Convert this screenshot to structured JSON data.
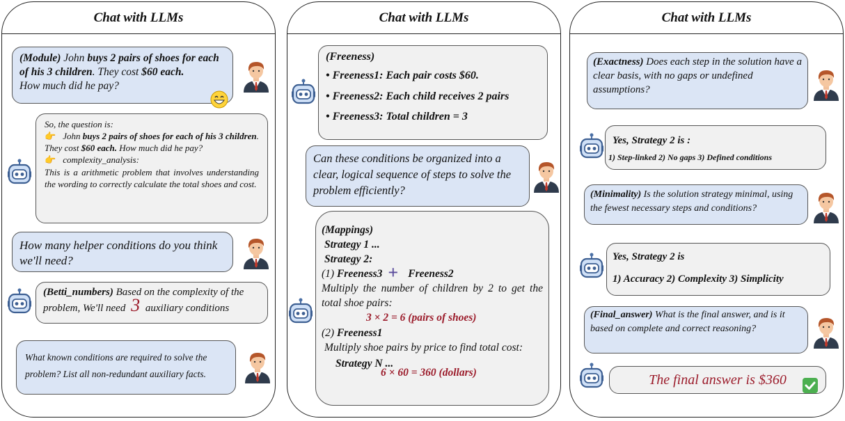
{
  "panels": [
    {
      "title": "Chat with LLMs"
    },
    {
      "title": "Chat with LLMs"
    },
    {
      "title": "Chat with LLMs"
    }
  ],
  "p1": {
    "u1": {
      "tag": "(Module)",
      "t1": " John ",
      "bold1": "buys 2 pairs of shoes for each of his 3 children",
      "t2": ". They cost ",
      "bold2": "$60 each.",
      "t3": "How much did he pay?"
    },
    "b1": {
      "intro": "So, the question is:",
      "t1": "John ",
      "bold1": "buys 2 pairs of shoes for each of his 3 children",
      "t2": ". They cost ",
      "bold2": "$60 each.",
      "t3": " How much did he pay?",
      "label": "complexity_analysis:",
      "body": "This is a  arithmetic problem that involves understanding the wording to correctly calculate the total shoes and cost."
    },
    "u2": {
      "text": "How many helper conditions do you think we'll need?"
    },
    "b2": {
      "tag": "(Betti_numbers)",
      "t1": " Based on the complexity of the problem, We'll need ",
      "num": "3",
      "t2": " auxiliary conditions"
    },
    "u3": {
      "text": "What known conditions are required to solve the problem? List all non-redundant auxiliary facts."
    }
  },
  "p2": {
    "b1": {
      "tag": "(Freeness)",
      "items": [
        "Freeness1: Each pair costs $60.",
        "Freeness2: Each child receives 2 pairs",
        "Freeness3: Total children = 3"
      ]
    },
    "u1": {
      "text": "Can these conditions be organized into a clear, logical sequence of steps to solve the problem efficiently?"
    },
    "b2": {
      "tag": "(Mappings)",
      "s1": "Strategy 1 ...",
      "s2": "Strategy 2:",
      "l1a": "(1) ",
      "l1b": "Freeness3",
      "l1c": "Freeness2",
      "d1": "Multiply the number of children by 2 to get the total shoe pairs:",
      "eq1": "3 × 2 = 6  (pairs of shoes)",
      "l2a": "(2) ",
      "l2b": "Freeness1",
      "d2": "Multiply shoe pairs by price to find total cost:",
      "eq2": "6 × 60 = 360  (dollars)",
      "sn": "Strategy N ..."
    }
  },
  "p3": {
    "u1": {
      "tag": "(Exactness)",
      "t1": "  Does each step in the solution have a clear basis, with no gaps or undefined assumptions?"
    },
    "b1": {
      "head": "Yes,  Strategy 2 is :",
      "sub": "1) Step-linked  2) No gaps  3) Defined conditions"
    },
    "u2": {
      "tag": "(Minimality)",
      "t1": "  Is the solution strategy minimal, using the fewest necessary steps and conditions?"
    },
    "b2": {
      "head": "Yes,  Strategy 2 is",
      "sub": "1) Accuracy  2) Complexity  3) Simplicity"
    },
    "u3": {
      "tag": "(Final_answer)",
      "t1": " What is the final answer, and is it based on complete and correct reasoning?"
    },
    "b3": {
      "text": "The final answer is  $360"
    }
  },
  "icons": {
    "user": "man-avatar-icon",
    "bot": "robot-icon",
    "smile": "grin-emoji-icon",
    "point": "pointing-hand-icon",
    "plus": "plus-icon",
    "check": "check-mark-icon"
  },
  "colors": {
    "user_bubble": "#dbe5f5",
    "bot_bubble": "#f1f1f1",
    "answer": "#9b1b2a",
    "plus": "#5a4b9c",
    "check": "#4caf50"
  }
}
